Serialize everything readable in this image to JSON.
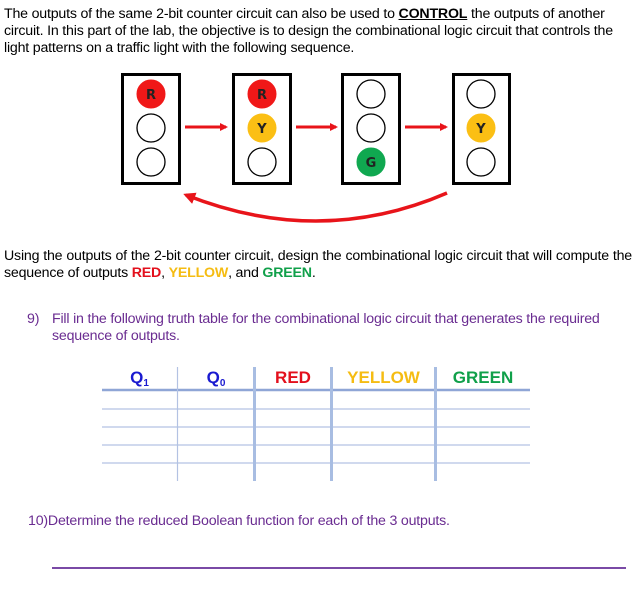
{
  "intro": {
    "before": "The outputs of the same 2-bit counter circuit can also be used to ",
    "emphasis": "CONTROL",
    "after": " the outputs of another circuit. In this part of the lab, the objective is to design the combinational logic circuit that controls the light patterns on a traffic light with the following sequence."
  },
  "diagram": {
    "states": [
      {
        "top": "R",
        "middle": "",
        "bottom": ""
      },
      {
        "top": "R",
        "middle": "Y",
        "bottom": ""
      },
      {
        "top": "",
        "middle": "",
        "bottom": "G"
      },
      {
        "top": "",
        "middle": "Y",
        "bottom": ""
      }
    ],
    "colors": {
      "red": "#f01818",
      "yellow": "#fbbf14",
      "green": "#10a850",
      "arrow": "#e8141a",
      "frame": "#000000"
    }
  },
  "instruction": {
    "before": "Using the outputs of the 2-bit counter circuit, design the combinational logic circuit that will compute the sequence of outputs ",
    "red": "RED",
    "sep1": ", ",
    "yellow": "YELLOW",
    "sep2": ", and ",
    "green": "GREEN",
    "after": "."
  },
  "question9": {
    "number": "9)",
    "text": "Fill in the following truth table for the combinational logic circuit that generates the required sequence of outputs."
  },
  "truth_table": {
    "headers": [
      {
        "base": "Q",
        "sub": "1"
      },
      {
        "base": "Q",
        "sub": "0"
      },
      {
        "label": "RED"
      },
      {
        "label": "YELLOW"
      },
      {
        "label": "GREEN"
      }
    ],
    "rows": [
      [
        "",
        "",
        "",
        "",
        ""
      ],
      [
        "",
        "",
        "",
        "",
        ""
      ],
      [
        "",
        "",
        "",
        "",
        ""
      ],
      [
        "",
        "",
        "",
        "",
        ""
      ],
      [
        "",
        "",
        "",
        "",
        ""
      ]
    ]
  },
  "question10": {
    "text": "10)Determine the reduced Boolean function for each of the 3 outputs.",
    "answer": ""
  }
}
